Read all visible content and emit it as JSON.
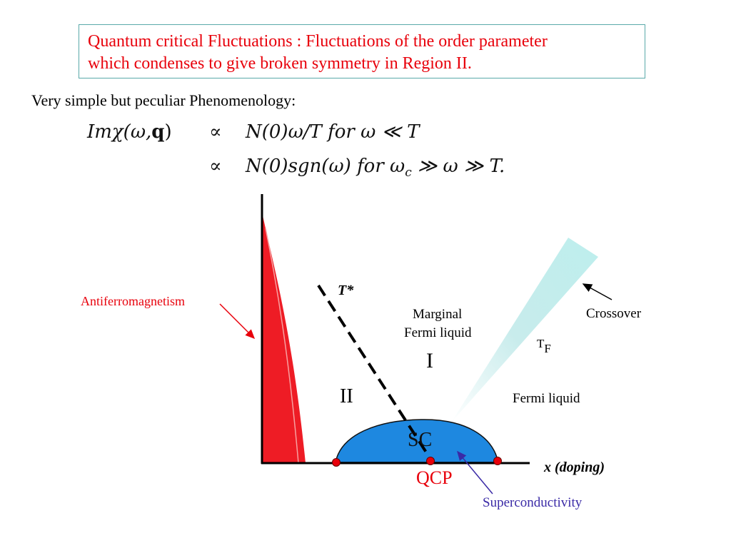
{
  "title_box": {
    "line1": "Quantum critical Fluctuations :  Fluctuations of the order parameter",
    "line2": "which condenses to give broken symmetry in Region II."
  },
  "subtitle": "Very simple but peculiar Phenomenology:",
  "equations": {
    "lhs": "Imχ(ω,",
    "lhs_bold": "q",
    "lhs_close": ")",
    "prop": "∝",
    "line1_rhs": "N(0)ω/T   for ω ≪ T",
    "line2_rhs": "N(0)sgn(ω)   for ω",
    "line2_sub": "c",
    "line2_tail": " ≫ ω ≫ T."
  },
  "diagram": {
    "labels": {
      "antiferromagnetism": "Antiferromagnetism",
      "t_star": "T*",
      "marginal_1": "Marginal",
      "marginal_2": "Fermi liquid",
      "crossover": "Crossover",
      "tf_main": "T",
      "tf_sub": "F",
      "region_1": "I",
      "region_2": "II",
      "fermi_liquid": "Fermi liquid",
      "sc": "SC",
      "x_axis": "x  (doping)",
      "qcp": "QCP",
      "superconductivity": "Superconductivity"
    },
    "colors": {
      "afm": "#ee1c25",
      "sc_dome": "#1e88e0",
      "crossover_fan": "#bdeeed",
      "accent_red": "#e8000b",
      "superconductivity_label": "#3a2aa6"
    }
  }
}
